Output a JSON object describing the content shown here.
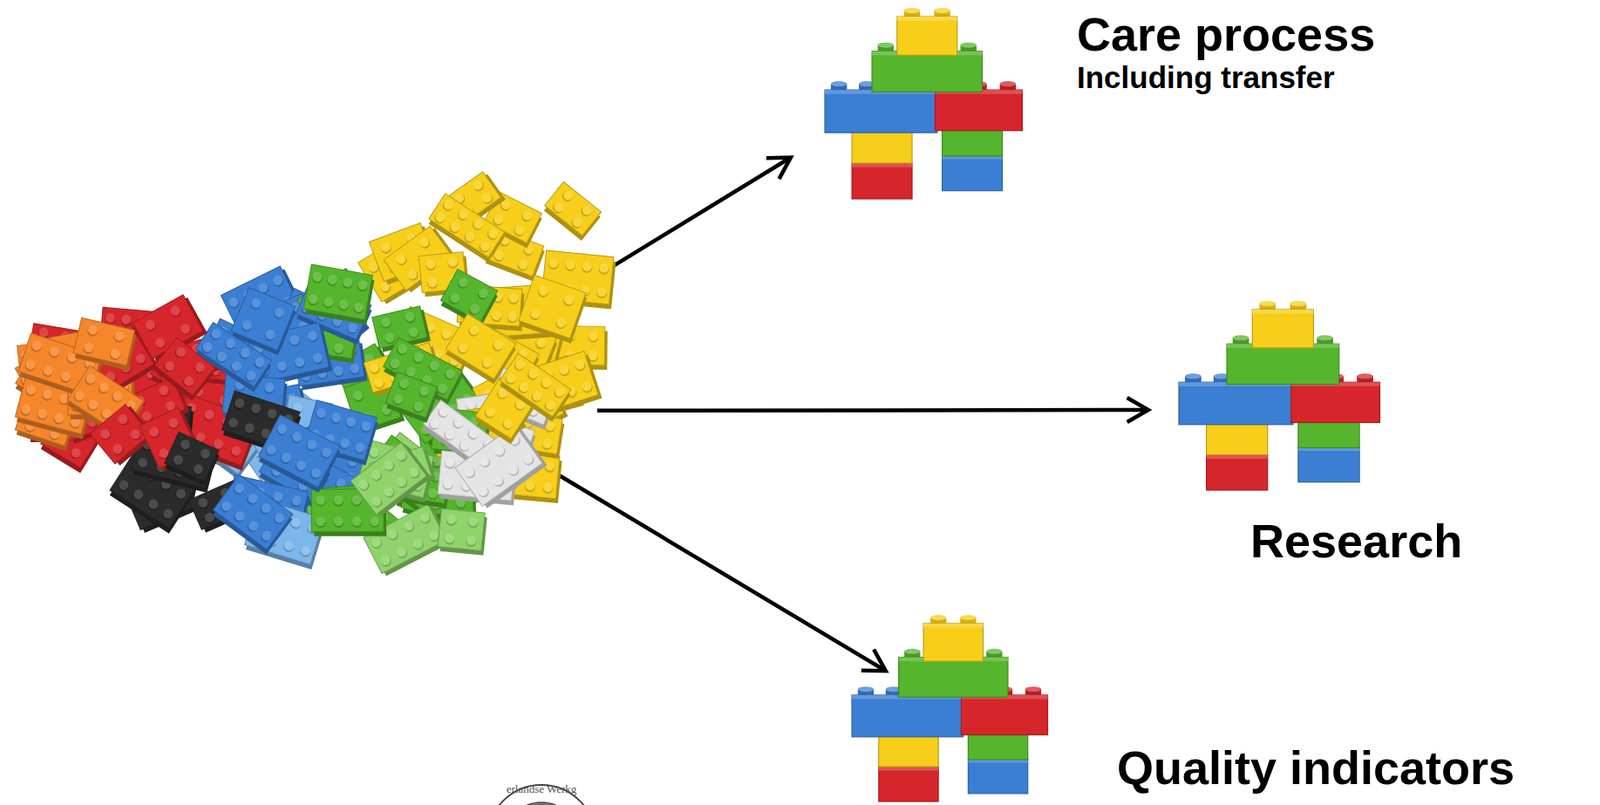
{
  "diagram": {
    "nodes": [
      {
        "text": []
      },
      {
        "text": [
          "Care process",
          "Including transfer"
        ]
      },
      {
        "text": [
          "Research"
        ]
      },
      {
        "text": [
          "Quality indicators"
        ]
      }
    ],
    "edges": [
      {
        "from": 0,
        "to": 1,
        "arrow": "to"
      },
      {
        "from": 0,
        "to": 2,
        "arrow": "to"
      },
      {
        "from": 0,
        "to": 3,
        "arrow": "to"
      }
    ],
    "labels": [
      "erlandse Werkg"
    ]
  }
}
